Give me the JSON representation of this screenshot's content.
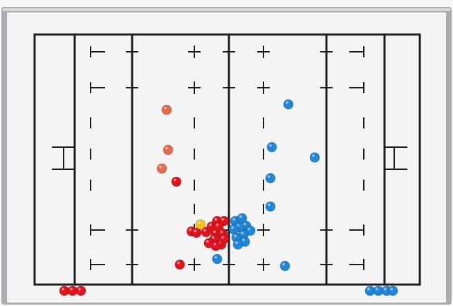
{
  "image": {
    "subject": "rugby-tactics-whiteboard",
    "colors": {
      "frame": "#a9adb0",
      "frame_highlight": "#d7d9db",
      "board": "#f4f4f4",
      "lines": "#1c1c1c",
      "red_team": "#e0141e",
      "red_team_light": "#e46a4c",
      "blue_team": "#1f86d8",
      "ball": "#f2c018"
    },
    "legend": {
      "red_magnets_total": 22,
      "blue_magnets_total": 21,
      "ball_magnets_total": 1
    }
  }
}
